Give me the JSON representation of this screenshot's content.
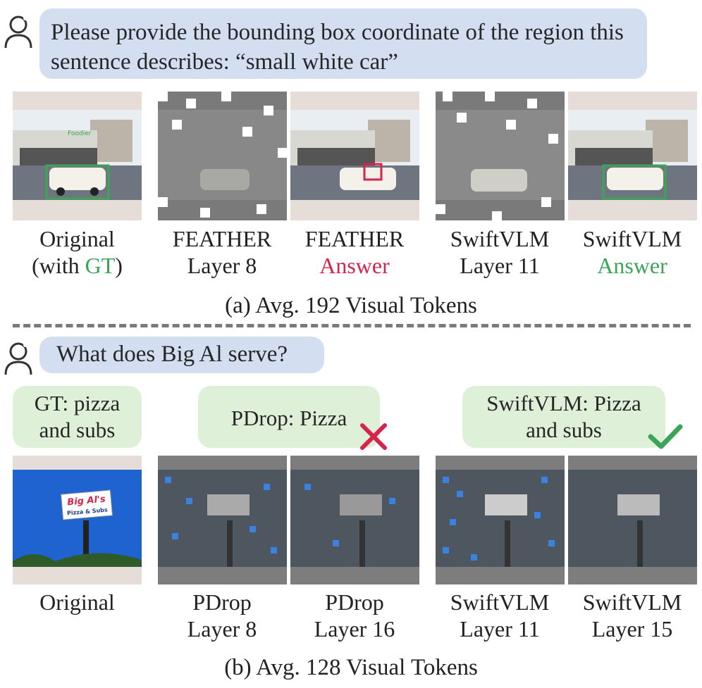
{
  "part_a": {
    "question": "Please provide the bounding box coordinate of the region this sentence describes: “small white car”",
    "captions": [
      {
        "line1": "Original",
        "line2_pre": "(with ",
        "line2_hl": "GT",
        "line2_post": ")"
      },
      {
        "line1": "FEATHER",
        "line2": "Layer 8"
      },
      {
        "line1": "FEATHER",
        "line2": "Answer"
      },
      {
        "line1": "SwiftVLM",
        "line2": "Layer 11"
      },
      {
        "line1": "SwiftVLM",
        "line2": "Answer"
      }
    ],
    "title": "(a) Avg. 192 Visual Tokens",
    "storefront_sign": "Foodier"
  },
  "part_b": {
    "question": "What does Big Al serve?",
    "answers": {
      "gt": "GT: pizza and subs",
      "gt_l1": "GT: pizza",
      "gt_l2": "and subs",
      "pdrop": "PDrop: Pizza",
      "swift_l1": "SwiftVLM: Pizza",
      "swift_l2": "and subs"
    },
    "captions": [
      {
        "line1": "Original"
      },
      {
        "line1": "PDrop",
        "line2": "Layer 8"
      },
      {
        "line1": "PDrop",
        "line2": "Layer 16"
      },
      {
        "line1": "SwiftVLM",
        "line2": "Layer 11"
      },
      {
        "line1": "SwiftVLM",
        "line2": "Layer 15"
      }
    ],
    "title": "(b) Avg. 128 Visual Tokens",
    "sign_line1": "Big Al's",
    "sign_line2": "Pizza & Subs"
  },
  "colors": {
    "gt_green": "#3aa655",
    "wrong_red": "#d6244f",
    "question_bg": "#d3dff1",
    "answer_bg": "#def0d7"
  },
  "icons": {
    "user": "user-icon",
    "wrong": "cross-icon",
    "correct": "check-icon"
  }
}
